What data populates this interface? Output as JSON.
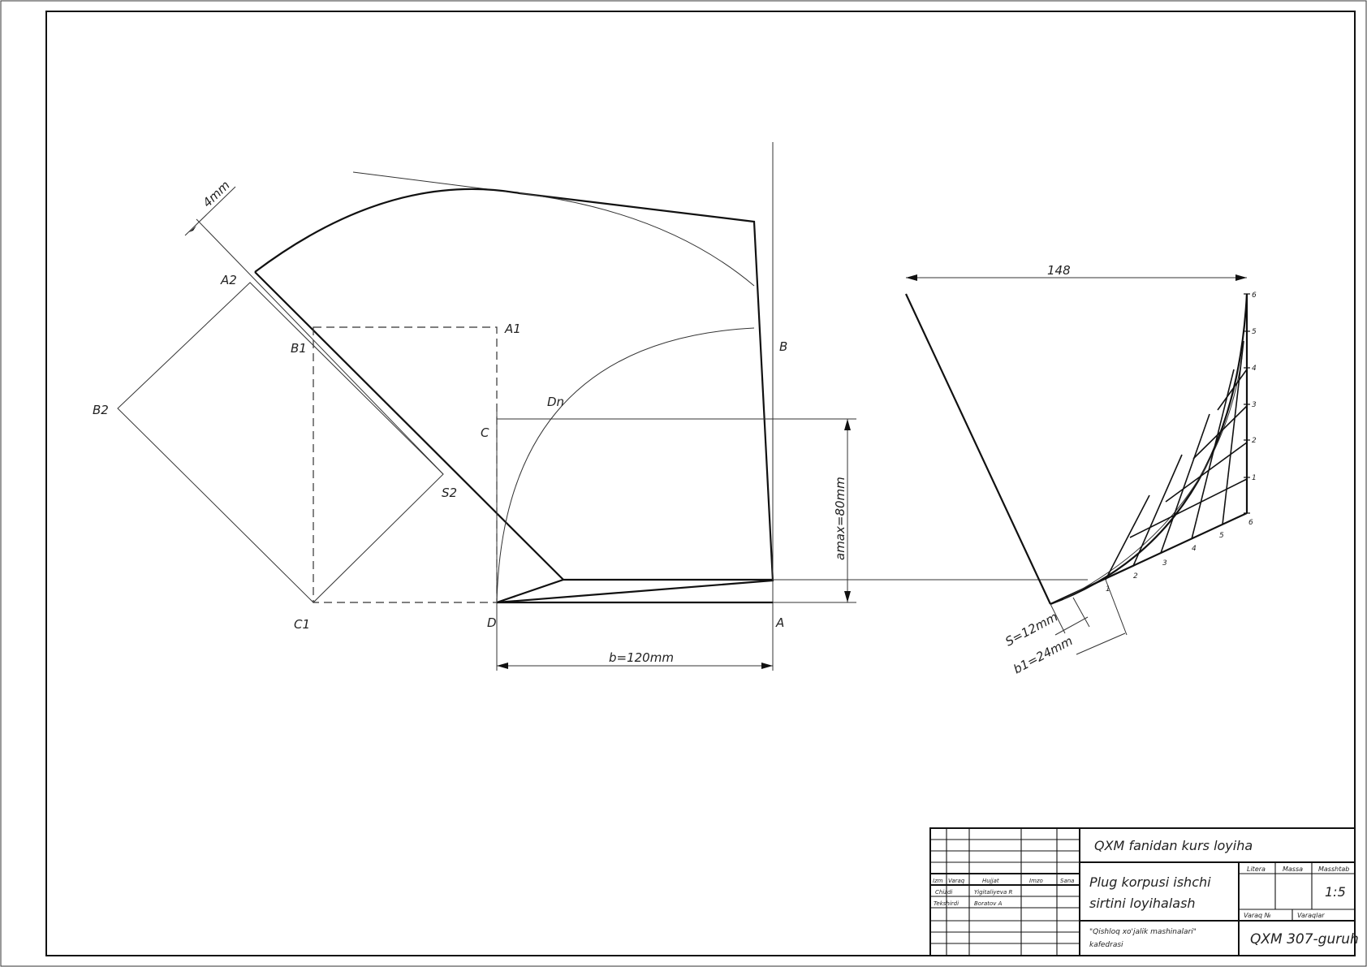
{
  "labels": {
    "A2": "A2",
    "B1": "B1",
    "B2": "B2",
    "A1": "A1",
    "Dn": "Dn",
    "C": "C",
    "B": "B",
    "S2": "S2",
    "C1": "C1",
    "D": "D",
    "A": "A"
  },
  "dimensions": {
    "four_mm": "4mm",
    "amax": "amax=80mm",
    "b": "b=120mm",
    "width148": "148",
    "s": "S=12mm",
    "b1": "b1=24mm"
  },
  "curve_marks": {
    "vertical": [
      "6",
      "5",
      "4",
      "3",
      "2",
      "1",
      "6"
    ],
    "bottom": [
      "1",
      "2",
      "3",
      "4",
      "5"
    ]
  },
  "title_block": {
    "project": "QXM fanidan kurs loyiha",
    "topic_line1": "Plug korpusi ishchi",
    "topic_line2": "sirtini loyihalash",
    "dept_line1": "\"Qishloq xo'jalik mashinalari\"",
    "dept_line2": "kafedrasi",
    "group": "QXM 307-guruh",
    "litera": "Litera",
    "massa": "Massa",
    "masshtab": "Masshtab",
    "scale": "1:5",
    "varaq_no": "Varaq №",
    "varaqlar": "Varaqlar",
    "col_izm": "Izm",
    "col_varaq": "Varaq",
    "col_hujjat": "Hujjat",
    "col_imzo": "Imzo",
    "col_sana": "Sana",
    "row_chizdi": "Chizdi",
    "row_chizdi_name": "Yigitaliyeva R",
    "row_tekshirdi": "Tekshirdi",
    "row_tekshirdi_name": "Boratov A"
  }
}
